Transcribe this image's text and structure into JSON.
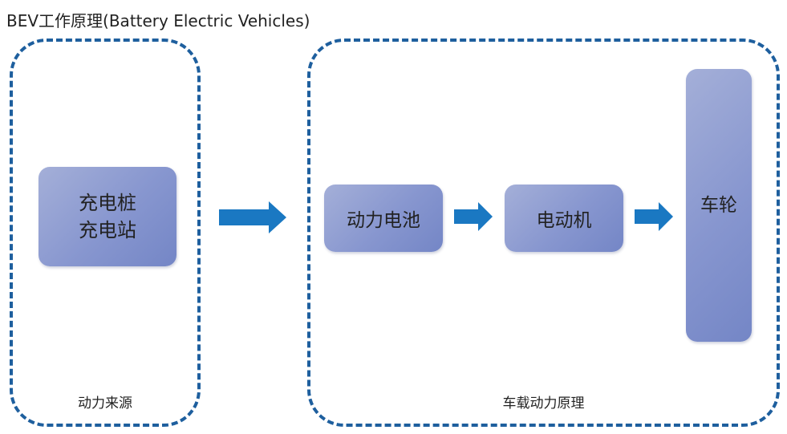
{
  "title": "BEV工作原理(Battery Electric Vehicles)",
  "groups": {
    "power_source": {
      "label": "动力来源",
      "box_lines": [
        "充电桩",
        "充电站"
      ]
    },
    "onboard_power": {
      "label": "车载动力原理",
      "battery": "动力电池",
      "motor": "电动机",
      "wheel": "车轮"
    }
  },
  "colors": {
    "dashed_border": "#1e5f9e",
    "arrow": "#1a78c2",
    "box_fill": "#8796cf"
  },
  "icons": [
    "right-arrow-icon"
  ]
}
